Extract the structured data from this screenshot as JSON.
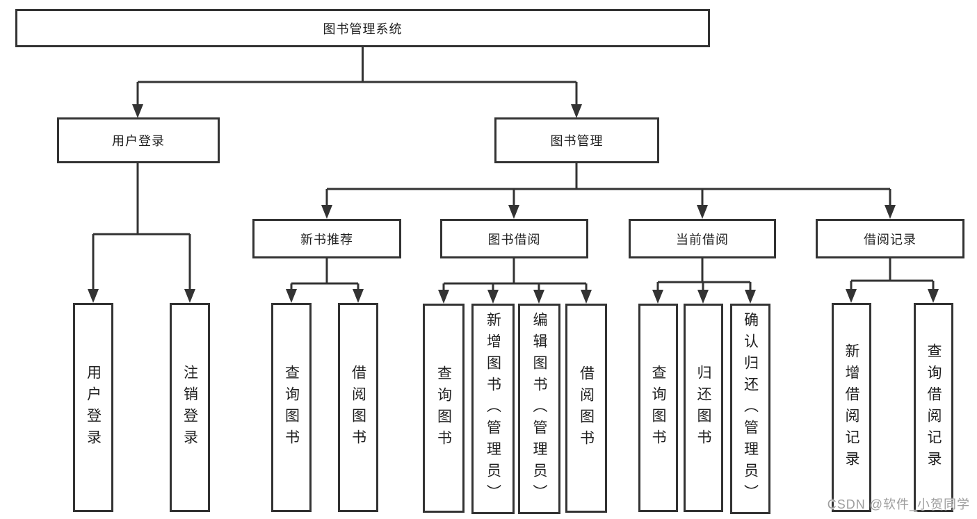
{
  "colors": {
    "line": "#333333",
    "text": "#1f1f1f",
    "watermark": "#9e9e9e",
    "background": "#ffffff"
  },
  "tree": {
    "label": "图书管理系统",
    "children": [
      {
        "label": "用户登录",
        "children": [
          {
            "label": "用户登录"
          },
          {
            "label": "注销登录"
          }
        ]
      },
      {
        "label": "图书管理",
        "children": [
          {
            "label": "新书推荐",
            "children": [
              {
                "label": "查询图书"
              },
              {
                "label": "借阅图书"
              }
            ]
          },
          {
            "label": "图书借阅",
            "children": [
              {
                "label": "查询图书"
              },
              {
                "label": "新增图书（管理员）"
              },
              {
                "label": "编辑图书（管理员）"
              },
              {
                "label": "借阅图书"
              }
            ]
          },
          {
            "label": "当前借阅",
            "children": [
              {
                "label": "查询图书"
              },
              {
                "label": "归还图书"
              },
              {
                "label": "确认归还（管理员）"
              }
            ]
          },
          {
            "label": "借阅记录",
            "children": [
              {
                "label": "新增借阅记录"
              },
              {
                "label": "查询借阅记录"
              }
            ]
          }
        ]
      }
    ]
  },
  "watermark": {
    "text": "CSDN @软件_小贺同学"
  }
}
